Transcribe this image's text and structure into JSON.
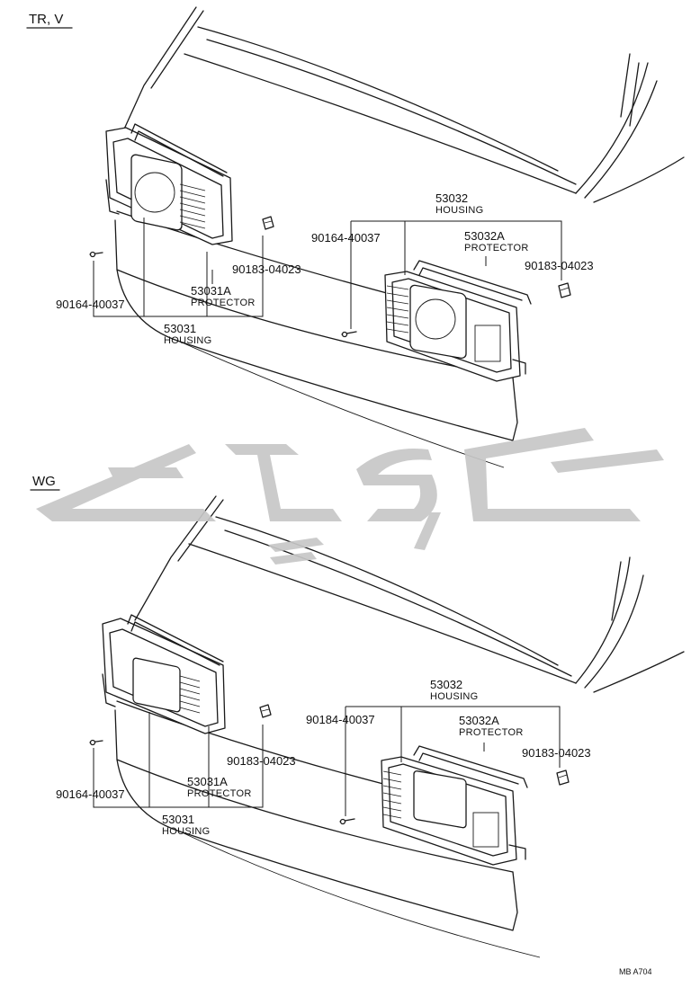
{
  "sections": [
    {
      "title": "TR, V",
      "labels": {
        "left_clip": "90164-40037",
        "left_nut": "90183-04023",
        "left_protector_num": "53031A",
        "left_protector_name": "PROTECTOR",
        "left_housing_num": "53031",
        "left_housing_name": "HOUSING",
        "right_housing_num": "53032",
        "right_housing_name": "HOUSING",
        "right_clip": "90164-40037",
        "right_protector_num": "53032A",
        "right_protector_name": "PROTECTOR",
        "right_nut": "90183-04023"
      }
    },
    {
      "title": "WG",
      "labels": {
        "left_clip": "90164-40037",
        "left_nut": "90183-04023",
        "left_protector_num": "53031A",
        "left_protector_name": "PROTECTOR",
        "left_housing_num": "53031",
        "left_housing_name": "HOUSING",
        "right_housing_num": "53032",
        "right_housing_name": "HOUSING",
        "right_clip": "90184-40037",
        "right_protector_num": "53032A",
        "right_protector_name": "PROTECTOR",
        "right_nut": "90183-04023"
      }
    }
  ],
  "footer_code": "MB  A704",
  "watermark": {
    "color": "#c7c7c7"
  }
}
